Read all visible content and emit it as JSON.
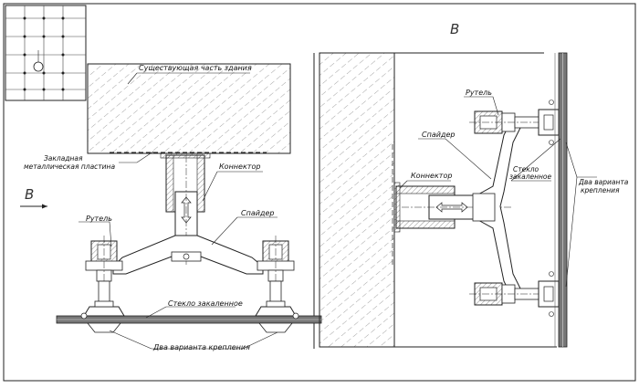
{
  "left_view": {
    "existing_part_label": "Существующая часть здания",
    "embedded_plate_label": [
      "Закладная",
      "металлическая пластина"
    ],
    "connector_label": "Коннектор",
    "view_marker": "B",
    "spider_label": "Спайдер",
    "rutel_label": "Рутель",
    "glass_label": "Стекло закаленное",
    "two_variants_label": "Два варианта крепления"
  },
  "section_view": {
    "view_marker": "B",
    "rutel_label": "Рутель",
    "spider_label": "Спайдер",
    "connector_label": "Коннектор",
    "glass_label": [
      "Стекло",
      "закаленное"
    ],
    "two_variants_label": [
      "Два варианта",
      "крепления"
    ]
  },
  "colors": {
    "line": "#1a1a1a",
    "hatch": "#555555",
    "glass_fill": "#7a7a7a",
    "background": "#ffffff"
  }
}
